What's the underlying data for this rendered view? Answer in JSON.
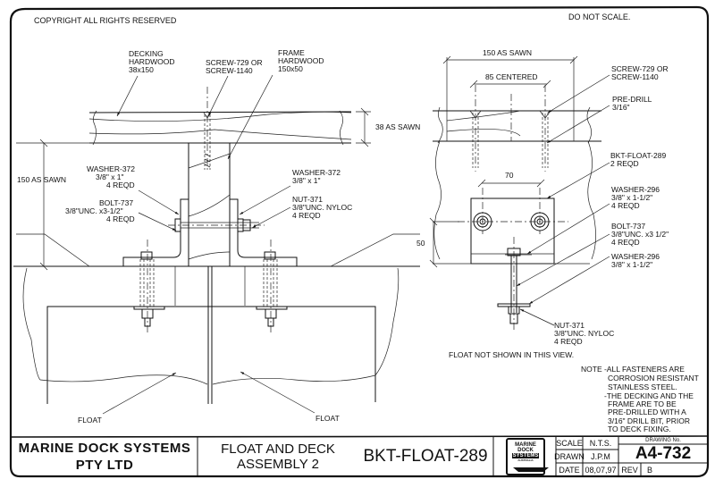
{
  "header": {
    "copyright": "COPYRIGHT ALL RIGHTS RESERVED",
    "do_not_scale": "DO NOT SCALE."
  },
  "left_view": {
    "decking": [
      "DECKING",
      "HARDWOOD",
      "38x150"
    ],
    "screw": [
      "SCREW-729  OR",
      "SCREW-1140"
    ],
    "frame": [
      "FRAME",
      "HARDWOOD",
      "150x50"
    ],
    "dim_38": "38 AS SAWN",
    "dim_150": "150 AS SAWN",
    "washer_left": [
      "WASHER-372",
      "3/8\" x 1\"",
      "4 REQD"
    ],
    "bolt": [
      "BOLT-737",
      "3/8\"UNC. x3-1/2\"",
      "4 REQD"
    ],
    "washer_right": [
      "WASHER-372",
      "3/8\" x 1\""
    ],
    "nut": [
      "NUT-371",
      "3/8\"UNC. NYLOC",
      "4 REQD"
    ],
    "float_left": "FLOAT",
    "float_right": "FLOAT"
  },
  "right_view": {
    "dim_150": "150 AS SAWN",
    "dim_85": "85 CENTERED",
    "screw": [
      "SCREW-729   OR",
      "SCREW-1140"
    ],
    "predrill": [
      "PRE-DRILL",
      "3/16\""
    ],
    "bracket": [
      "BKT-FLOAT-289",
      "2 REQD"
    ],
    "dim_70": "70",
    "dim_50": "50",
    "washer_top": [
      "WASHER-296",
      "3/8\" x 1-1/2\"",
      "4 REQD"
    ],
    "bolt": [
      "BOLT-737",
      "3/8\"UNC. x3 1/2\"",
      "4 REQD"
    ],
    "washer_bottom": [
      "WASHER-296",
      "3/8\" x 1-1/2\""
    ],
    "nut": [
      "NUT-371",
      "3/8\"UNC. NYLOC",
      "4 REQD"
    ],
    "float_note": "FLOAT NOT SHOWN IN THIS VIEW."
  },
  "notes": [
    "NOTE -ALL FASTENERS ARE",
    "CORROSION RESISTANT",
    "STAINLESS STEEL.",
    "-THE DECKING AND THE",
    "FRAME ARE TO BE",
    "PRE-DRILLED WITH A",
    "3/16\" DRILL BIT, PRIOR",
    "TO DECK FIXING."
  ],
  "title_block": {
    "company_line1": "MARINE DOCK SYSTEMS",
    "company_line2": "PTY LTD",
    "title_line1": "FLOAT AND DECK",
    "title_line2": "ASSEMBLY 2",
    "part_number": "BKT-FLOAT-289",
    "logo_text": [
      "MARINE",
      "DOCK",
      "SYSTEMS",
      "AUSTRALIA"
    ],
    "scale_label": "SCALE",
    "scale_value": "N.T.S.",
    "drawn_label": "DRAWN",
    "drawn_value": "J.P.M",
    "date_label": "DATE",
    "date_value": "08,07,97",
    "drawing_no_label": "DRAWING No.",
    "drawing_no": "A4-732",
    "rev_label": "REV",
    "rev_value": "B"
  }
}
